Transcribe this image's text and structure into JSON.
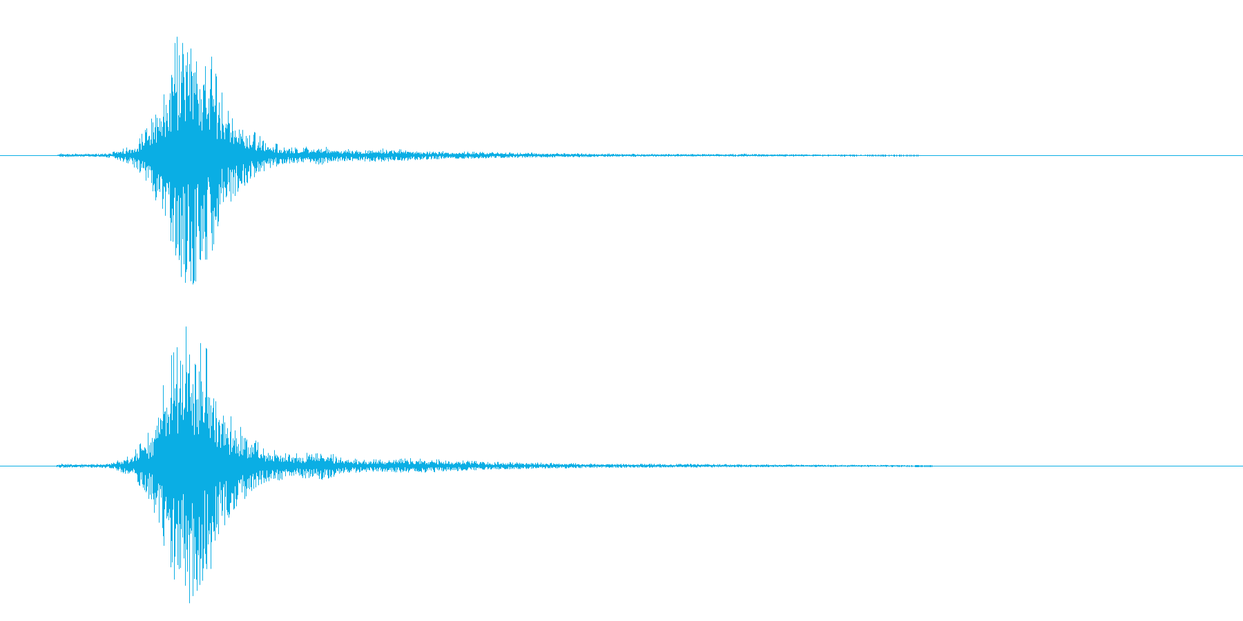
{
  "waveform": {
    "color": "#0aaee4",
    "background": "#ffffff",
    "channels": [
      {
        "channel": "upper",
        "peak_amplitude": 0.97,
        "envelope": [
          {
            "t": 0.0,
            "a": 0.0
          },
          {
            "t": 0.045,
            "a": 0.0
          },
          {
            "t": 0.048,
            "a": 0.012
          },
          {
            "t": 0.08,
            "a": 0.01
          },
          {
            "t": 0.09,
            "a": 0.02
          },
          {
            "t": 0.105,
            "a": 0.06
          },
          {
            "t": 0.118,
            "a": 0.18
          },
          {
            "t": 0.128,
            "a": 0.35
          },
          {
            "t": 0.135,
            "a": 0.6
          },
          {
            "t": 0.142,
            "a": 0.78
          },
          {
            "t": 0.152,
            "a": 0.97
          },
          {
            "t": 0.16,
            "a": 0.8
          },
          {
            "t": 0.168,
            "a": 0.72
          },
          {
            "t": 0.176,
            "a": 0.45
          },
          {
            "t": 0.186,
            "a": 0.3
          },
          {
            "t": 0.2,
            "a": 0.18
          },
          {
            "t": 0.215,
            "a": 0.09
          },
          {
            "t": 0.235,
            "a": 0.05
          },
          {
            "t": 0.26,
            "a": 0.065
          },
          {
            "t": 0.275,
            "a": 0.04
          },
          {
            "t": 0.31,
            "a": 0.045
          },
          {
            "t": 0.34,
            "a": 0.03
          },
          {
            "t": 0.4,
            "a": 0.02
          },
          {
            "t": 0.48,
            "a": 0.012
          },
          {
            "t": 0.56,
            "a": 0.008
          },
          {
            "t": 0.6,
            "a": 0.01
          },
          {
            "t": 0.66,
            "a": 0.005
          },
          {
            "t": 0.72,
            "a": 0.003
          },
          {
            "t": 0.74,
            "a": 0.0
          },
          {
            "t": 1.0,
            "a": 0.0
          }
        ]
      },
      {
        "channel": "lower",
        "peak_amplitude": 0.97,
        "envelope": [
          {
            "t": 0.0,
            "a": 0.0
          },
          {
            "t": 0.045,
            "a": 0.0
          },
          {
            "t": 0.048,
            "a": 0.014
          },
          {
            "t": 0.08,
            "a": 0.012
          },
          {
            "t": 0.09,
            "a": 0.02
          },
          {
            "t": 0.105,
            "a": 0.07
          },
          {
            "t": 0.118,
            "a": 0.2
          },
          {
            "t": 0.128,
            "a": 0.4
          },
          {
            "t": 0.135,
            "a": 0.7
          },
          {
            "t": 0.142,
            "a": 0.78
          },
          {
            "t": 0.152,
            "a": 0.97
          },
          {
            "t": 0.16,
            "a": 0.82
          },
          {
            "t": 0.168,
            "a": 0.76
          },
          {
            "t": 0.176,
            "a": 0.48
          },
          {
            "t": 0.186,
            "a": 0.32
          },
          {
            "t": 0.2,
            "a": 0.2
          },
          {
            "t": 0.215,
            "a": 0.11
          },
          {
            "t": 0.24,
            "a": 0.08
          },
          {
            "t": 0.262,
            "a": 0.1
          },
          {
            "t": 0.275,
            "a": 0.05
          },
          {
            "t": 0.31,
            "a": 0.04
          },
          {
            "t": 0.33,
            "a": 0.05
          },
          {
            "t": 0.4,
            "a": 0.025
          },
          {
            "t": 0.48,
            "a": 0.015
          },
          {
            "t": 0.56,
            "a": 0.012
          },
          {
            "t": 0.64,
            "a": 0.008
          },
          {
            "t": 0.72,
            "a": 0.005
          },
          {
            "t": 0.75,
            "a": 0.0
          },
          {
            "t": 1.0,
            "a": 0.0
          }
        ]
      }
    ]
  }
}
